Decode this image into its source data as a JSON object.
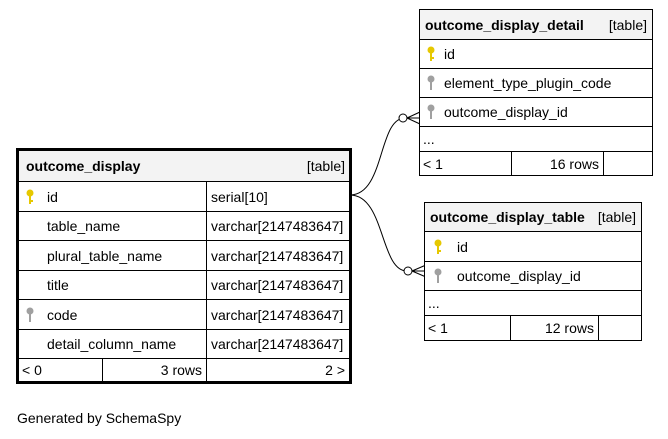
{
  "tables": {
    "main": {
      "name": "outcome_display",
      "tag": "[table]",
      "columns": [
        {
          "name": "id",
          "type": "serial[10]",
          "key": "primary"
        },
        {
          "name": "table_name",
          "type": "varchar[2147483647]",
          "key": "none"
        },
        {
          "name": "plural_table_name",
          "type": "varchar[2147483647]",
          "key": "none"
        },
        {
          "name": "title",
          "type": "varchar[2147483647]",
          "key": "none"
        },
        {
          "name": "code",
          "type": "varchar[2147483647]",
          "key": "foreign"
        },
        {
          "name": "detail_column_name",
          "type": "varchar[2147483647]",
          "key": "none"
        }
      ],
      "footer": {
        "left": "< 0",
        "middle": "3 rows",
        "right": "2 >"
      }
    },
    "detail": {
      "name": "outcome_display_detail",
      "tag": "[table]",
      "columns": [
        {
          "name": "id",
          "key": "primary"
        },
        {
          "name": "element_type_plugin_code",
          "key": "foreign"
        },
        {
          "name": "outcome_display_id",
          "key": "foreign"
        }
      ],
      "ellipsis": "...",
      "footer": {
        "left": "< 1",
        "middle": "16 rows"
      }
    },
    "table": {
      "name": "outcome_display_table",
      "tag": "[table]",
      "columns": [
        {
          "name": "id",
          "key": "primary"
        },
        {
          "name": "outcome_display_id",
          "key": "foreign"
        }
      ],
      "ellipsis": "...",
      "footer": {
        "left": "< 1",
        "middle": "12 rows"
      }
    }
  },
  "colors": {
    "primary_key": "#e6c800",
    "foreign_key": "#a0a0a0"
  },
  "footer_note": "Generated by SchemaSpy"
}
